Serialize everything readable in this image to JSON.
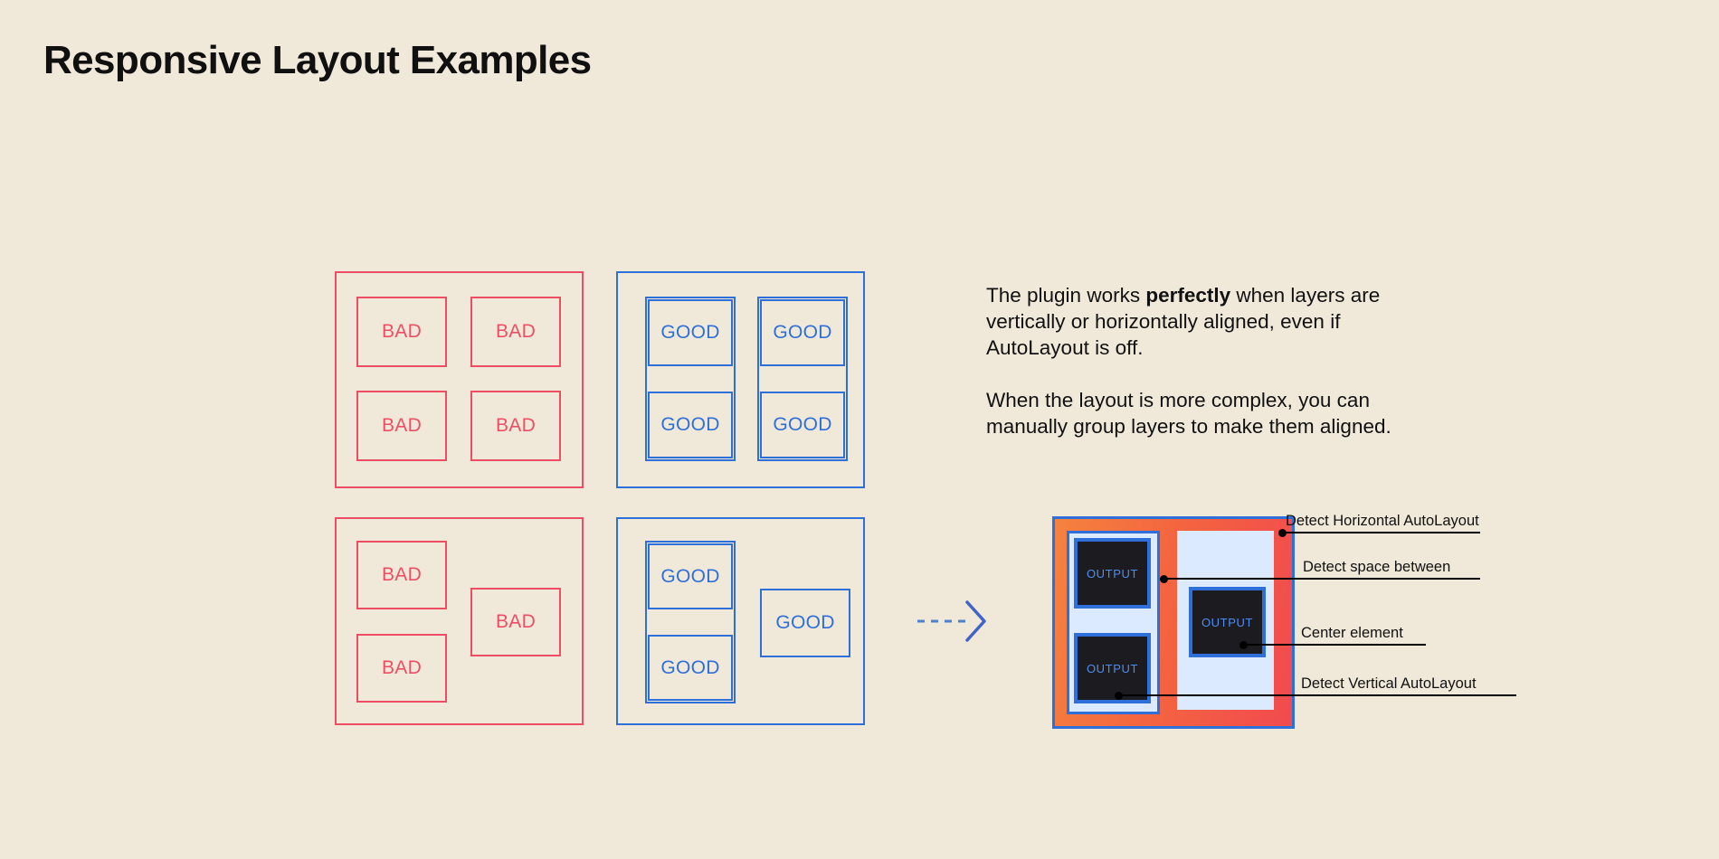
{
  "page": {
    "title": "Responsive Layout Examples",
    "background_color": "#f0e9da",
    "bad_color": "#ef4d63",
    "good_color": "#2f6fd9",
    "output_box_color": "#1b1b20",
    "panel_gradient_from": "#f5823f",
    "panel_gradient_to": "#f24a4f",
    "light_panel_color": "#dbeafe"
  },
  "examples": {
    "bad_label": "BAD",
    "good_label": "GOOD",
    "grid_bad": {
      "cells": [
        "BAD",
        "BAD",
        "BAD",
        "BAD"
      ]
    },
    "grid_good": {
      "cells": [
        "GOOD",
        "GOOD",
        "GOOD",
        "GOOD"
      ]
    },
    "complex_bad": {
      "cells": [
        "BAD",
        "BAD",
        "BAD"
      ]
    },
    "complex_good": {
      "cells": [
        "GOOD",
        "GOOD",
        "GOOD"
      ]
    }
  },
  "copy": {
    "paragraph_1_pre": "The plugin works ",
    "paragraph_1_strong": "perfectly",
    "paragraph_1_post": " when layers are vertically or horizontally aligned, even if AutoLayout is off.",
    "paragraph_2": "When the layout is more complex, you can manually group layers to make them aligned."
  },
  "arrow": {
    "icon": "dashed-arrow-right-icon"
  },
  "diagram": {
    "output_label": "OUTPUT",
    "outputs": [
      "OUTPUT",
      "OUTPUT",
      "OUTPUT"
    ],
    "annotations": [
      {
        "label": "Detect Horizontal AutoLayout",
        "line_width": 208
      },
      {
        "label": "Detect space between",
        "line_width": 160
      },
      {
        "label": "Center element",
        "line_width": 110
      },
      {
        "label": "Detect Vertical AutoLayout",
        "line_width": 196
      }
    ]
  }
}
